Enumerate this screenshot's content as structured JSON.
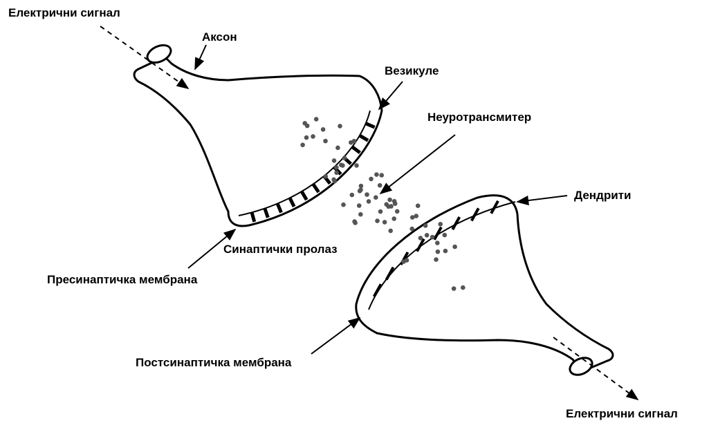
{
  "labels": {
    "signal_in": "Електрични сигнал",
    "axon": "Аксон",
    "vesicles": "Везикуле",
    "neurotransmitter": "Неуротрансмитер",
    "dendrites": "Дендрити",
    "synaptic_cleft": "Синаптички пролаз",
    "presynaptic_membrane": "Пресинаптичка мембрана",
    "postsynaptic_membrane": "Постсинаптичка мембрана",
    "signal_out": "Електрични сигнал"
  },
  "colors": {
    "ink": "#000000",
    "background": "#ffffff",
    "neurotransmitter_dots": "#555555"
  }
}
